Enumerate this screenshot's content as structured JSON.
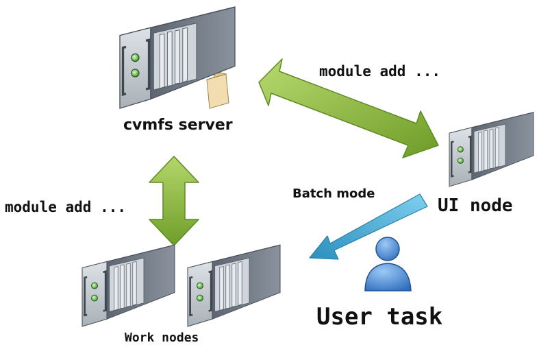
{
  "nodes": {
    "cvmfs_server": {
      "label": "cvmfs server"
    },
    "ui_node": {
      "label": "UI node"
    },
    "work_nodes": {
      "label": "Work nodes"
    },
    "user_task": {
      "label": "User task"
    }
  },
  "edges": {
    "server_ui": {
      "label": "module add ..."
    },
    "server_work": {
      "label": "module add ..."
    },
    "ui_work": {
      "label": "Batch mode"
    }
  },
  "colors": {
    "arrow_green": "#8cb83a",
    "arrow_blue": "#3aa3cc",
    "server_body": "#7c8591",
    "server_front": "#c3c9cf",
    "user_icon": "#4f8fd8"
  }
}
